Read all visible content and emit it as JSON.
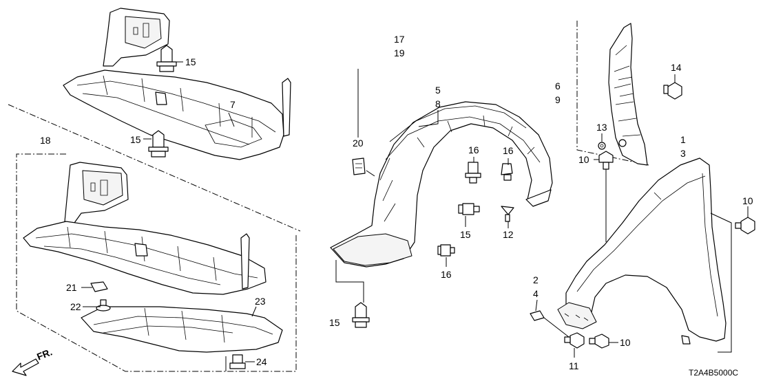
{
  "diagram": {
    "code": "T2A4B5000C",
    "direction_label": "FR.",
    "callouts": {
      "c15_top": "15",
      "c7": "7",
      "c15_mid": "15",
      "c18": "18",
      "c21": "21",
      "c22": "22",
      "c23": "23",
      "c24": "24",
      "c17": "17",
      "c19": "19",
      "c5": "5",
      "c8": "8",
      "c20": "20",
      "c16_a": "16",
      "c16_b": "16",
      "c15_right": "15",
      "c12": "12",
      "c16_c": "16",
      "c15_bottom": "15",
      "c6": "6",
      "c9": "9",
      "c14": "14",
      "c13": "13",
      "c10_left": "10",
      "c1": "1",
      "c3": "3",
      "c10_right": "10",
      "c2": "2",
      "c4": "4",
      "c11": "11",
      "c10_bottom": "10"
    }
  },
  "colors": {
    "line": "#000000",
    "background": "#ffffff",
    "shade": "#f4f4f4"
  }
}
